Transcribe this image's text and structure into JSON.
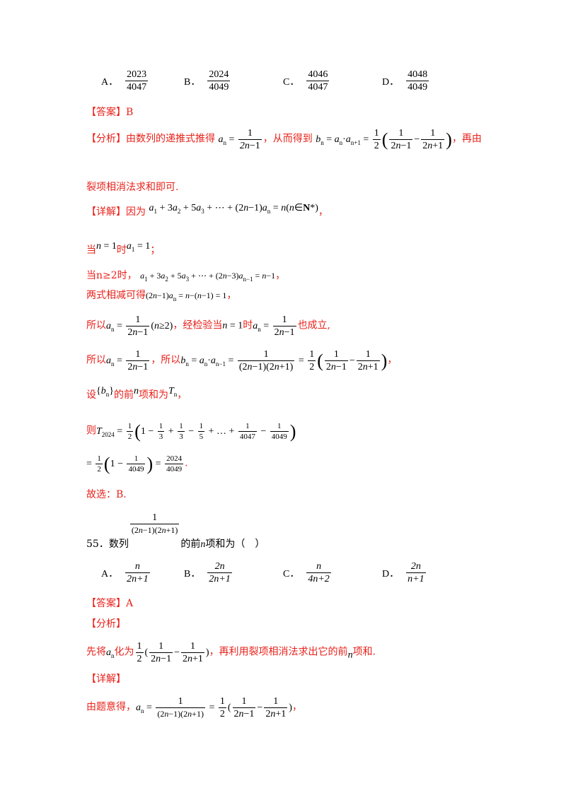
{
  "q54": {
    "options": [
      {
        "label": "A．",
        "num": "2023",
        "den": "4047"
      },
      {
        "label": "B．",
        "num": "2024",
        "den": "4049"
      },
      {
        "label": "C．",
        "num": "4046",
        "den": "4047"
      },
      {
        "label": "D．",
        "num": "4048",
        "den": "4049"
      }
    ],
    "answer": "【答案】B",
    "analysis_tag": "【分析】",
    "analysis_text1": "由数列的递推式推得",
    "analysis_text2": "，从而得到",
    "analysis_text3": "，再由",
    "analysis_text4": "裂项相消法求和即可.",
    "detail_tag": "【详解】",
    "detail_because": "因为",
    "when": "当",
    "when_n1_suffix": "时",
    "semicolon": "；",
    "when_n2": "当n≥2时，",
    "subtract": "两式相减可得",
    "so": "所以",
    "check": "，经检验当",
    "also": "也成立,",
    "so_b": "，所以",
    "set": "设",
    "front": "的前",
    "sum_is": "项和为",
    "then": "则",
    "choose": "故选：B."
  },
  "q55": {
    "number": "55．数列",
    "stem_tail": "的前",
    "stem_tail2": "项和为（　）",
    "options": [
      {
        "label": "A．",
        "num": "n",
        "den": "2n+1"
      },
      {
        "label": "B．",
        "num": "2n",
        "den": "2n+1"
      },
      {
        "label": "C．",
        "num": "n",
        "den": "4n+2"
      },
      {
        "label": "D．",
        "num": "2n",
        "den": "n+1"
      }
    ],
    "answer": "【答案】A",
    "analysis_tag": "【分析】",
    "analysis_text1": "先将",
    "analysis_text2": "化为",
    "analysis_text3": "，再利用裂项相消法求出它的前",
    "analysis_text4": "项和.",
    "detail_tag": "【详解】",
    "detail_text": "由题意得，"
  }
}
